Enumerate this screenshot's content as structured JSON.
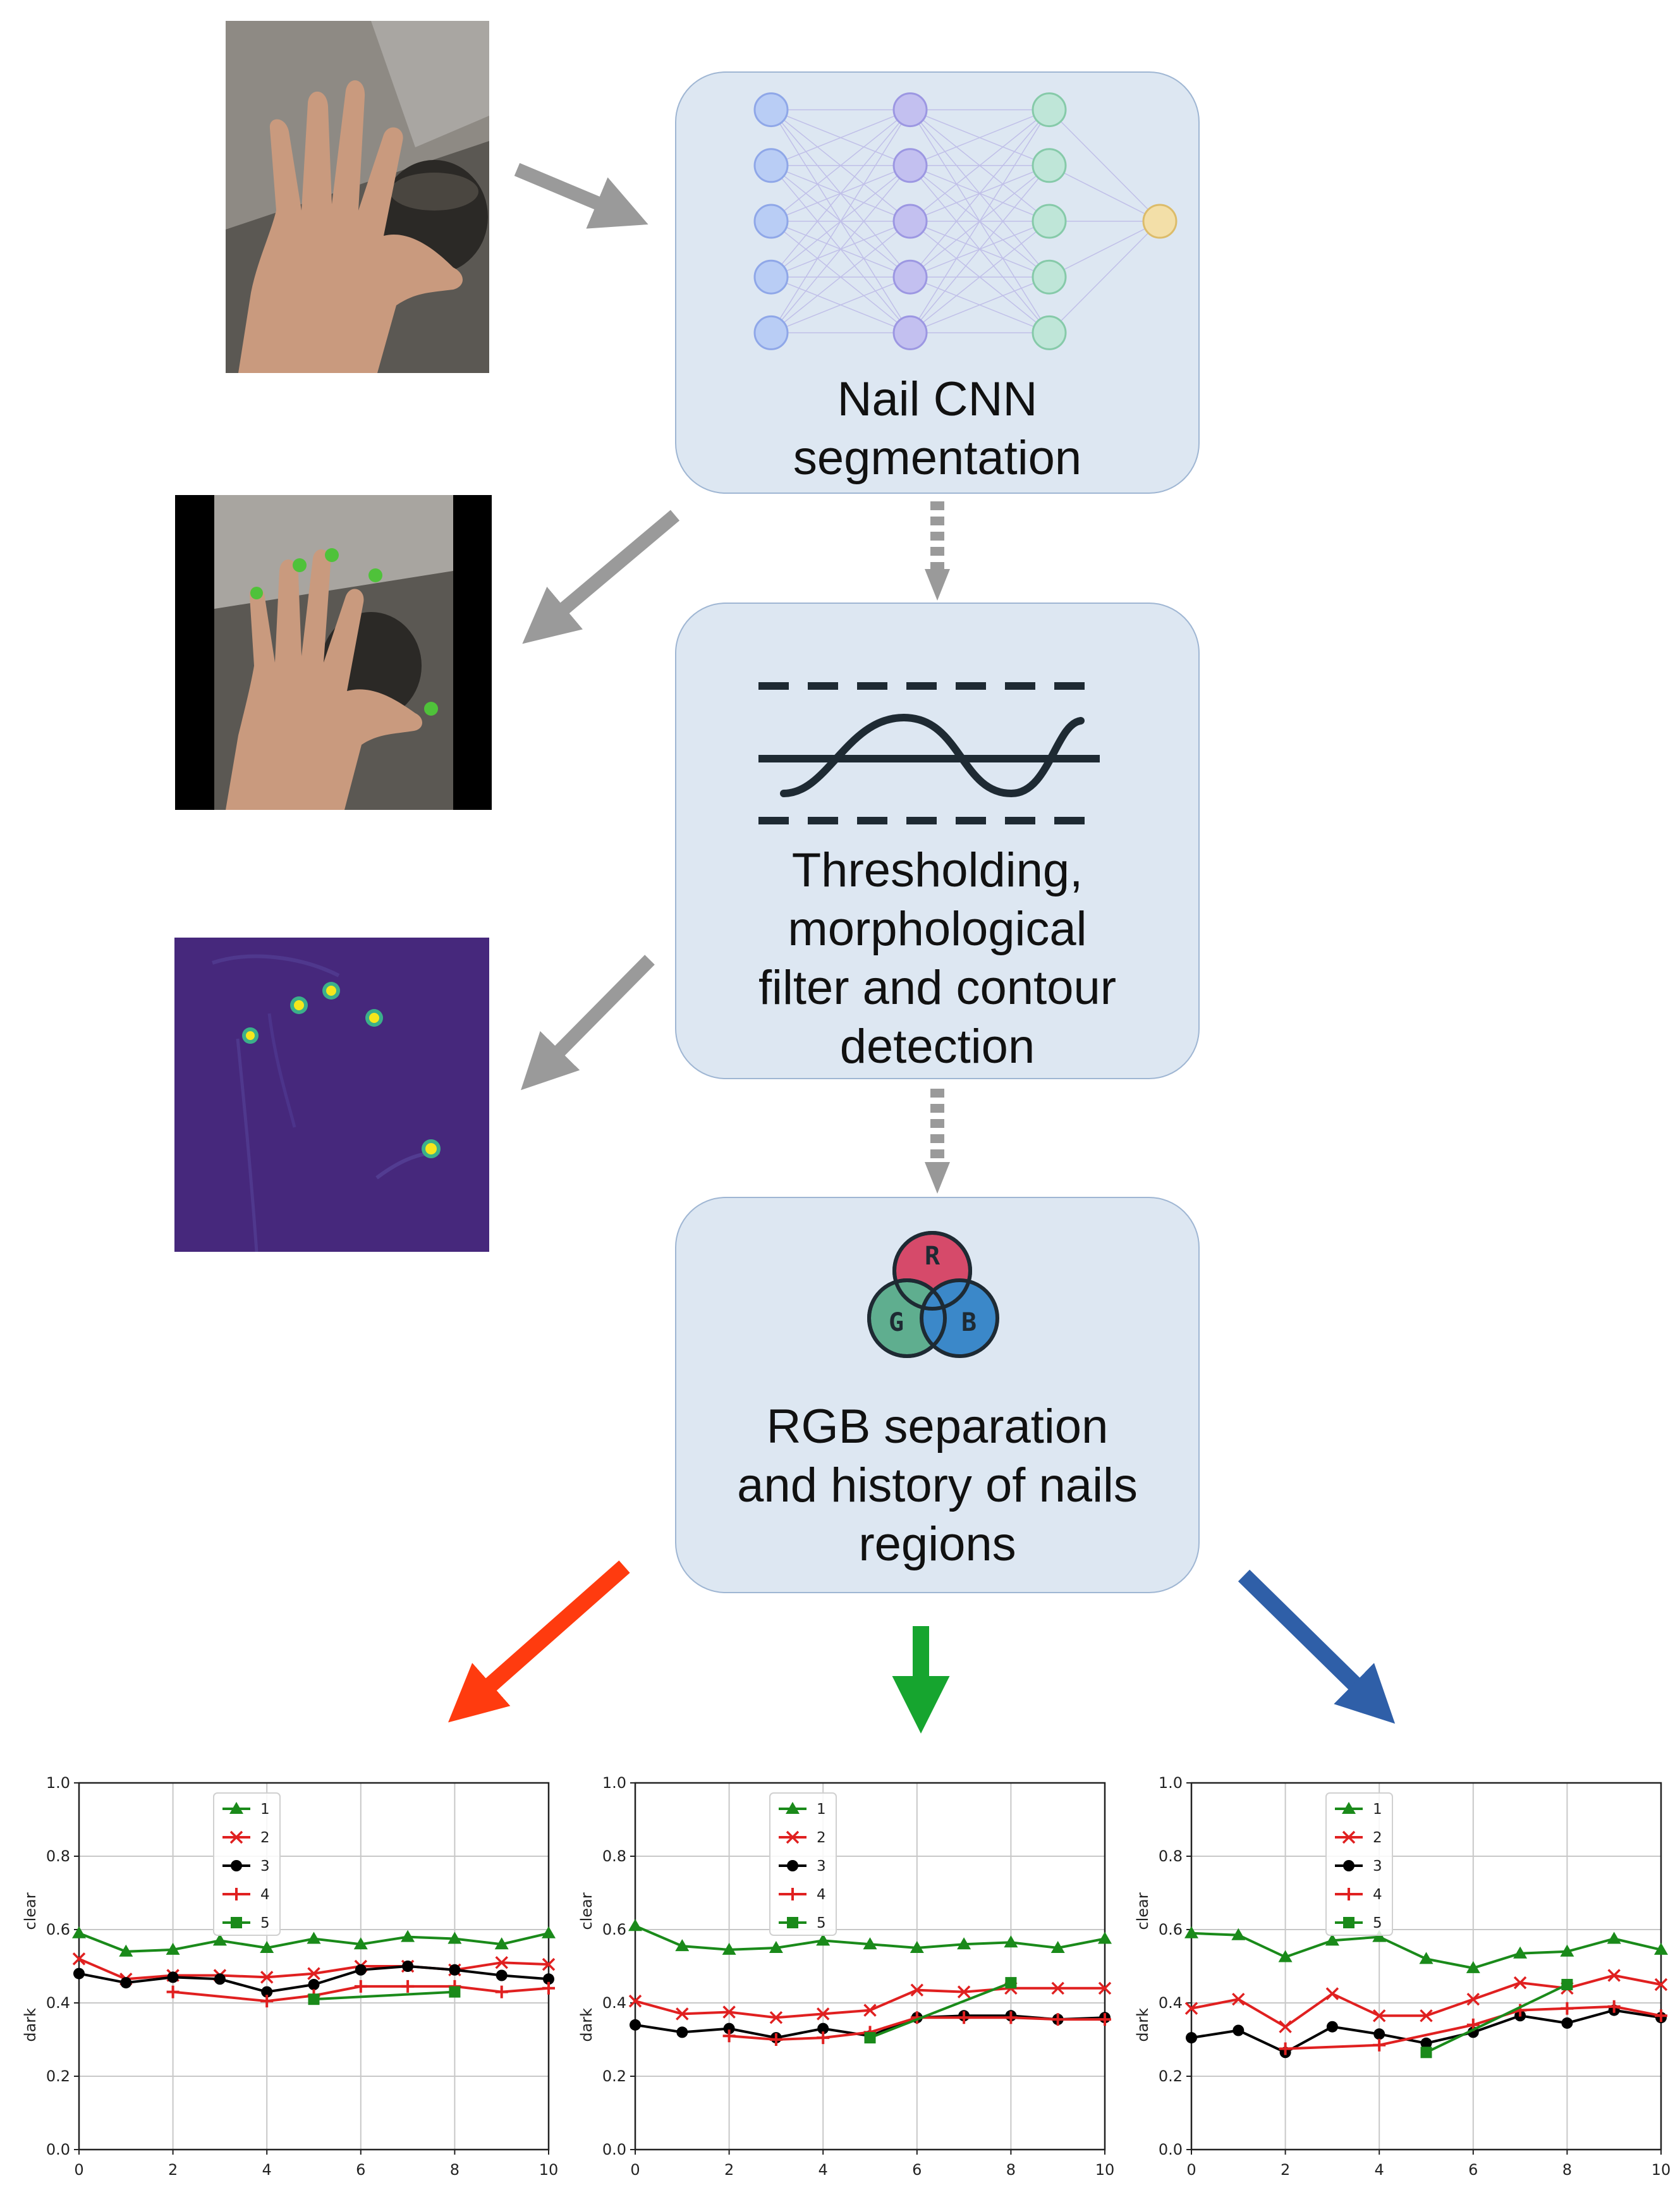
{
  "stages": [
    {
      "id": "cnn",
      "label": "Nail CNN segmentation",
      "lines": [
        "Nail CNN",
        "segmentation"
      ]
    },
    {
      "id": "threshold",
      "label": "Thresholding, morphological filter and contour detection",
      "lines": [
        "Thresholding,",
        "morphological",
        "filter and contour",
        "detection"
      ]
    },
    {
      "id": "rgb",
      "label": "RGB separation and history of nails regions",
      "lines": [
        "RGB separation",
        "and history of nails",
        "regions"
      ]
    }
  ],
  "rgb_icon": {
    "r": "R",
    "g": "G",
    "b": "B",
    "colors": {
      "r": "#d64a6a",
      "g": "#5fae8f",
      "b": "#3b88c9"
    }
  },
  "arrow_colors": {
    "gray": "#9a9a9a",
    "red": "#ff3b0f",
    "green": "#16a52f",
    "blue": "#2f5fa8"
  },
  "legend": [
    "1",
    "2",
    "3",
    "4",
    "5"
  ],
  "series_colors": [
    "#1a8a1a",
    "#e02020",
    "#000000",
    "#e02020",
    "#1a8a1a"
  ],
  "series_markers": [
    "triangle",
    "x",
    "circle",
    "plus",
    "square"
  ],
  "chart_data": [
    {
      "type": "line",
      "channel": "red",
      "ylabel_top": "clear",
      "ylabel_bottom": "dark",
      "xlim": [
        0,
        10
      ],
      "ylim": [
        0,
        1
      ],
      "xticks": [
        "0",
        "2",
        "4",
        "6",
        "8",
        "10"
      ],
      "yticks": [
        "0.0",
        "0.2",
        "0.4",
        "0.6",
        "0.8",
        "1.0"
      ],
      "grid": true,
      "legend_position": "upper center",
      "series": [
        {
          "name": "1",
          "x": [
            0,
            1,
            2,
            3,
            4,
            5,
            6,
            7,
            8,
            9,
            10
          ],
          "values": [
            0.59,
            0.54,
            0.545,
            0.57,
            0.55,
            0.575,
            0.56,
            0.58,
            0.575,
            0.56,
            0.59
          ]
        },
        {
          "name": "2",
          "x": [
            0,
            1,
            2,
            3,
            4,
            5,
            6,
            7,
            8,
            9,
            10
          ],
          "values": [
            0.52,
            0.465,
            0.475,
            0.475,
            0.47,
            0.48,
            0.5,
            0.5,
            0.49,
            0.51,
            0.505
          ]
        },
        {
          "name": "3",
          "x": [
            0,
            1,
            2,
            3,
            4,
            5,
            6,
            7,
            8,
            9,
            10
          ],
          "values": [
            0.48,
            0.455,
            0.47,
            0.465,
            0.43,
            0.45,
            0.49,
            0.5,
            0.49,
            0.475,
            0.465
          ]
        },
        {
          "name": "4",
          "x": [
            2,
            4,
            5,
            6,
            7,
            8,
            9,
            10
          ],
          "values": [
            0.43,
            0.405,
            0.42,
            0.445,
            0.445,
            0.445,
            0.43,
            0.44
          ]
        },
        {
          "name": "5",
          "x": [
            5,
            8
          ],
          "values": [
            0.41,
            0.43
          ]
        }
      ]
    },
    {
      "type": "line",
      "channel": "green",
      "ylabel_top": "clear",
      "ylabel_bottom": "dark",
      "xlim": [
        0,
        10
      ],
      "ylim": [
        0,
        1
      ],
      "xticks": [
        "0",
        "2",
        "4",
        "6",
        "8",
        "10"
      ],
      "yticks": [
        "0.0",
        "0.2",
        "0.4",
        "0.6",
        "0.8",
        "1.0"
      ],
      "grid": true,
      "legend_position": "upper center",
      "series": [
        {
          "name": "1",
          "x": [
            0,
            1,
            2,
            3,
            4,
            5,
            6,
            7,
            8,
            9,
            10
          ],
          "values": [
            0.61,
            0.555,
            0.545,
            0.55,
            0.57,
            0.56,
            0.55,
            0.56,
            0.565,
            0.55,
            0.575
          ]
        },
        {
          "name": "2",
          "x": [
            0,
            1,
            2,
            3,
            4,
            5,
            6,
            7,
            8,
            9,
            10
          ],
          "values": [
            0.405,
            0.37,
            0.375,
            0.36,
            0.37,
            0.38,
            0.435,
            0.43,
            0.44,
            0.44,
            0.44
          ]
        },
        {
          "name": "3",
          "x": [
            0,
            1,
            2,
            3,
            4,
            5,
            6,
            7,
            8,
            9,
            10
          ],
          "values": [
            0.34,
            0.32,
            0.33,
            0.305,
            0.33,
            0.31,
            0.36,
            0.365,
            0.365,
            0.355,
            0.36
          ]
        },
        {
          "name": "4",
          "x": [
            2,
            3,
            4,
            5,
            6,
            7,
            8,
            9,
            10
          ],
          "values": [
            0.31,
            0.3,
            0.305,
            0.32,
            0.36,
            0.36,
            0.36,
            0.355,
            0.355
          ]
        },
        {
          "name": "5",
          "x": [
            5,
            8
          ],
          "values": [
            0.305,
            0.455
          ]
        }
      ]
    },
    {
      "type": "line",
      "channel": "blue",
      "ylabel_top": "clear",
      "ylabel_bottom": "dark",
      "xlim": [
        0,
        10
      ],
      "ylim": [
        0,
        1
      ],
      "xticks": [
        "0",
        "2",
        "4",
        "6",
        "8",
        "10"
      ],
      "yticks": [
        "0.0",
        "0.2",
        "0.4",
        "0.6",
        "0.8",
        "1.0"
      ],
      "grid": true,
      "legend_position": "upper center",
      "series": [
        {
          "name": "1",
          "x": [
            0,
            1,
            2,
            3,
            4,
            5,
            6,
            7,
            8,
            9,
            10
          ],
          "values": [
            0.59,
            0.585,
            0.525,
            0.57,
            0.58,
            0.52,
            0.495,
            0.535,
            0.54,
            0.575,
            0.545
          ]
        },
        {
          "name": "2",
          "x": [
            0,
            1,
            2,
            3,
            4,
            5,
            6,
            7,
            8,
            9,
            10
          ],
          "values": [
            0.385,
            0.41,
            0.335,
            0.425,
            0.365,
            0.365,
            0.41,
            0.455,
            0.44,
            0.475,
            0.45
          ]
        },
        {
          "name": "3",
          "x": [
            0,
            1,
            2,
            3,
            4,
            5,
            6,
            7,
            8,
            9,
            10
          ],
          "values": [
            0.305,
            0.325,
            0.265,
            0.335,
            0.315,
            0.29,
            0.32,
            0.365,
            0.345,
            0.38,
            0.36
          ]
        },
        {
          "name": "4",
          "x": [
            2,
            4,
            6,
            7,
            8,
            9,
            10
          ],
          "values": [
            0.275,
            0.285,
            0.34,
            0.38,
            0.385,
            0.39,
            0.365
          ]
        },
        {
          "name": "5",
          "x": [
            5,
            8
          ],
          "values": [
            0.265,
            0.45
          ]
        }
      ]
    }
  ]
}
